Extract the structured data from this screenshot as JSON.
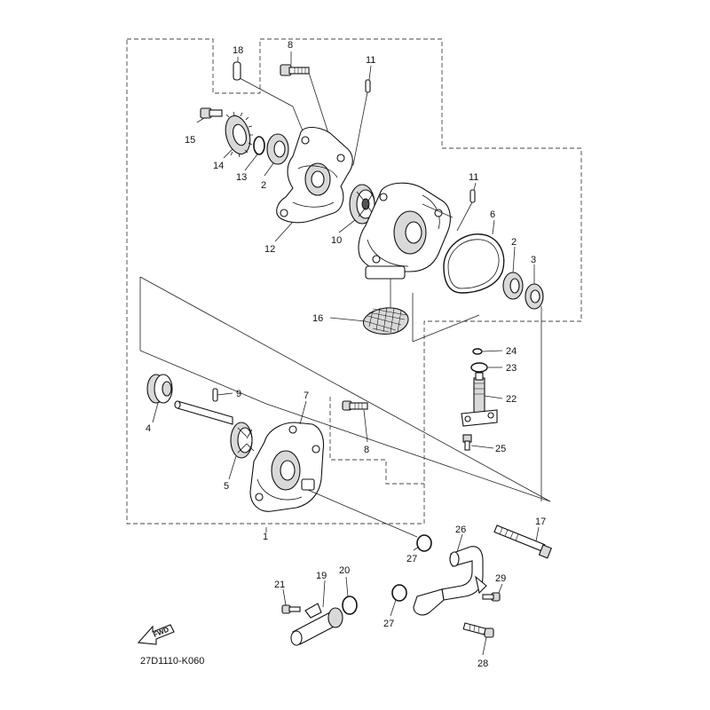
{
  "diagram": {
    "reference_code": "27D1110-K060",
    "fwd_label": "FWD",
    "callouts": {
      "c1": "1",
      "c2a": "2",
      "c2b": "2",
      "c3": "3",
      "c4": "4",
      "c5": "5",
      "c6": "6",
      "c7": "7",
      "c8a": "8",
      "c8b": "8",
      "c9": "9",
      "c10": "10",
      "c11a": "11",
      "c11b": "11",
      "c12": "12",
      "c13": "13",
      "c14": "14",
      "c15": "15",
      "c16": "16",
      "c17": "17",
      "c18": "18",
      "c19": "19",
      "c20": "20",
      "c21": "21",
      "c22": "22",
      "c23": "23",
      "c24": "24",
      "c25": "25",
      "c26": "26",
      "c27a": "27",
      "c27b": "27",
      "c28": "28",
      "c29": "29"
    }
  }
}
